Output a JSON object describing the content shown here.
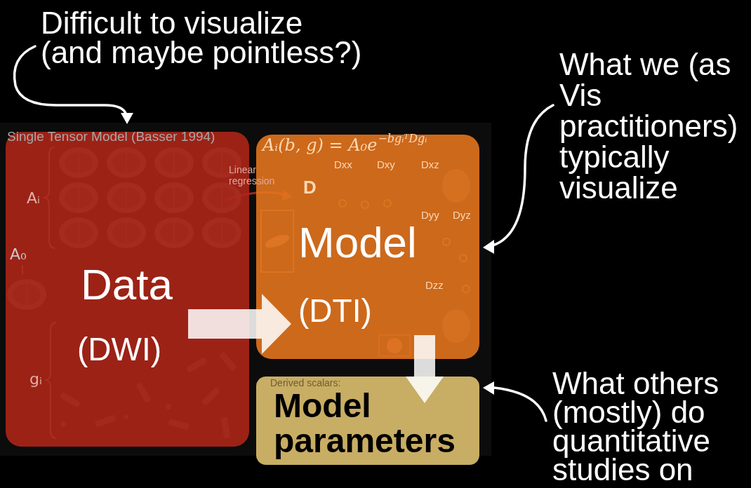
{
  "diagram": {
    "nodes": [
      {
        "text": [
          "Data",
          "(DWI)"
        ]
      },
      {
        "text": [
          "Model",
          "(DTI)"
        ]
      },
      {
        "text": [
          "Model parameters"
        ]
      }
    ],
    "edges": [
      {
        "from": 0,
        "to": 1,
        "arrow": "to"
      },
      {
        "from": 1,
        "to": 2,
        "arrow": "to"
      }
    ],
    "labels": [
      "Difficult to visualize (and maybe pointless?)",
      "What we (as Vis practitioners) typically visualize",
      "What others (mostly) do quantitative studies on",
      "Single Tensor Model (Basser 1994)",
      "Aᵢ(b, g) = A₀e",
      "−bgᵢᵀDgᵢ",
      "Linear regression",
      "D",
      "Dxx",
      "Dxy",
      "Dxz",
      "Dyy",
      "Dyz",
      "Dzz",
      "Aᵢ",
      "A₀",
      "gᵢ",
      "Derived scalars:"
    ]
  }
}
